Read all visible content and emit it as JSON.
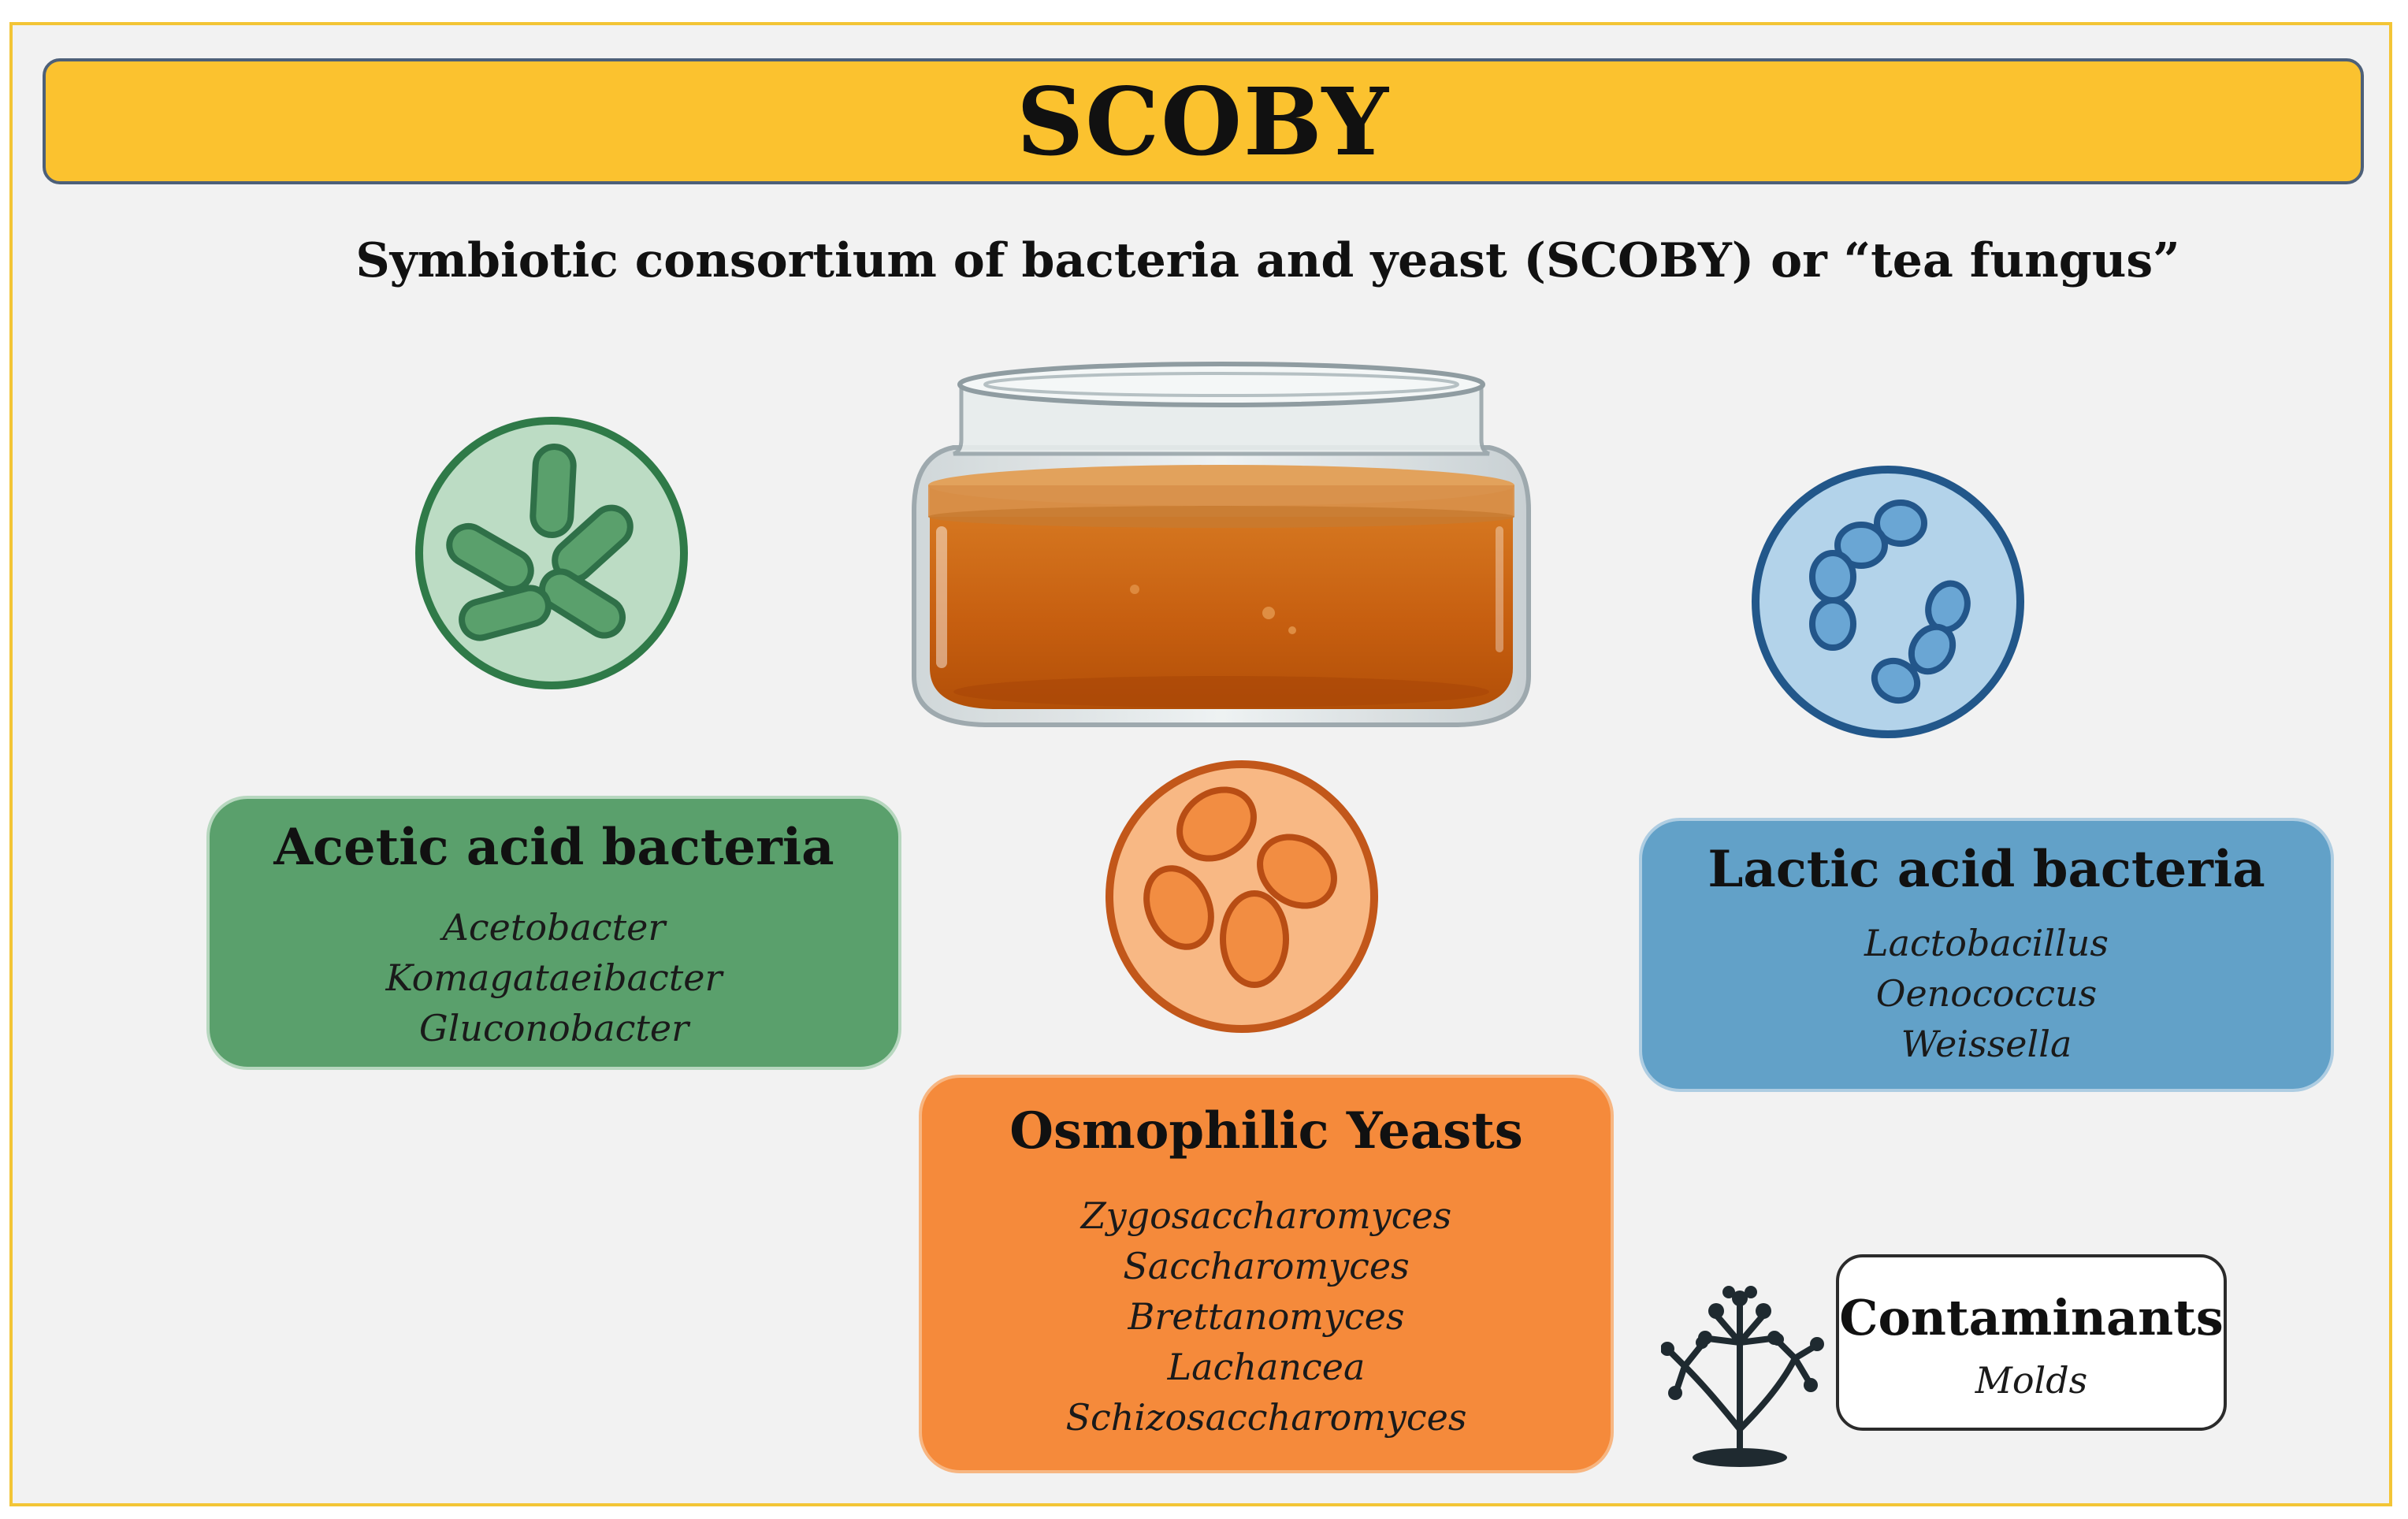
{
  "title": "SCOBY",
  "subtitle": "Symbiotic consortium of bacteria and yeast (SCOBY) or “tea fungus”",
  "groups": {
    "acetic": {
      "heading": "Acetic acid bacteria",
      "genera": [
        "Acetobacter",
        "Komagataeibacter",
        "Gluconobacter"
      ]
    },
    "lactic": {
      "heading": "Lactic acid bacteria",
      "genera": [
        "Lactobacillus",
        "Oenococcus",
        "Weissella"
      ]
    },
    "yeasts": {
      "heading": "Osmophilic Yeasts",
      "genera": [
        "Zygosaccharomyces",
        "Saccharomyces",
        "Brettanomyces",
        "Lachancea",
        "Schizosaccharomyces"
      ]
    },
    "contaminants": {
      "heading": "Contaminants",
      "genera": [
        "Molds"
      ]
    }
  },
  "colors": {
    "title_bar": "#fbc22f",
    "acetic": "#5aa06c",
    "lactic": "#62a1c8",
    "yeasts": "#f58a3b",
    "frame_border": "#f3c536"
  },
  "icons": {
    "acetic": "rod-bacteria-icon",
    "lactic": "cocci-chain-icon",
    "yeasts": "yeast-cells-icon",
    "jar": "kombucha-jar-icon",
    "contaminants": "mold-icon"
  }
}
